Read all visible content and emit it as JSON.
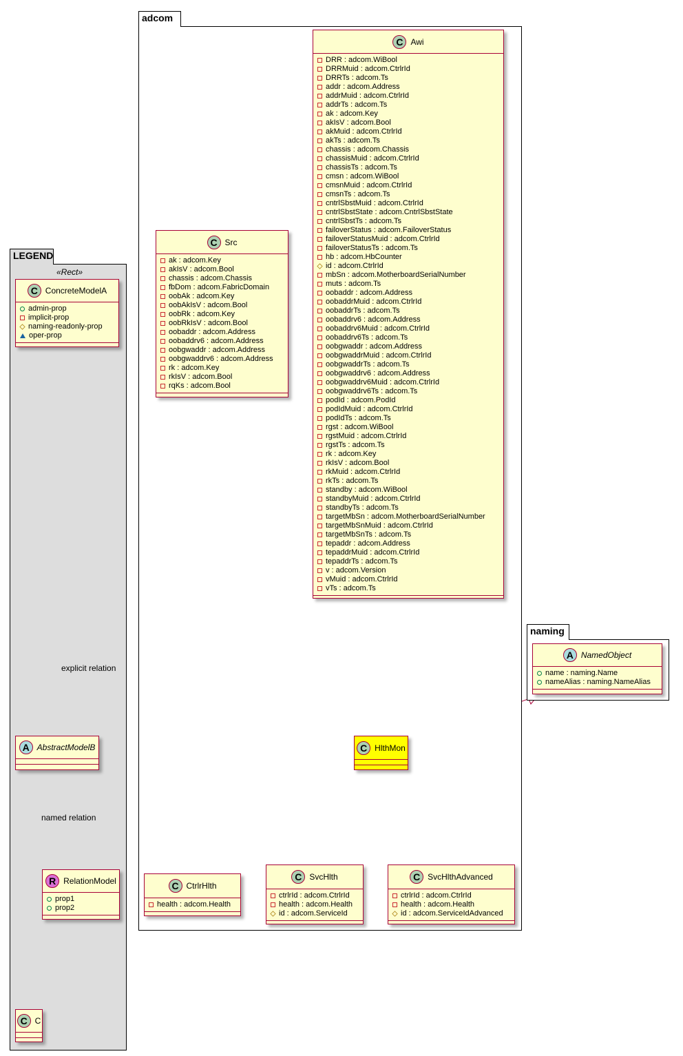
{
  "packages": [
    {
      "id": "adcom",
      "name": "adcom",
      "fill": "#FFFFFF"
    },
    {
      "id": "legend",
      "name": "LEGEND",
      "fill": "#DDDDDD",
      "stereotype": "«Rect»"
    },
    {
      "id": "naming",
      "name": "naming",
      "fill": "#FFFFFF"
    }
  ],
  "classes": [
    {
      "id": "Awi",
      "name": "Awi",
      "kind": "C",
      "attrs": [
        [
          "private",
          "DRR : adcom.WiBool"
        ],
        [
          "private",
          "DRRMuid : adcom.CtrlrId"
        ],
        [
          "private",
          "DRRTs : adcom.Ts"
        ],
        [
          "private",
          "addr : adcom.Address"
        ],
        [
          "private",
          "addrMuid : adcom.CtrlrId"
        ],
        [
          "private",
          "addrTs : adcom.Ts"
        ],
        [
          "private",
          "ak : adcom.Key"
        ],
        [
          "private",
          "akIsV : adcom.Bool"
        ],
        [
          "private",
          "akMuid : adcom.CtrlrId"
        ],
        [
          "private",
          "akTs : adcom.Ts"
        ],
        [
          "private",
          "chassis : adcom.Chassis"
        ],
        [
          "private",
          "chassisMuid : adcom.CtrlrId"
        ],
        [
          "private",
          "chassisTs : adcom.Ts"
        ],
        [
          "private",
          "cmsn : adcom.WiBool"
        ],
        [
          "private",
          "cmsnMuid : adcom.CtrlrId"
        ],
        [
          "private",
          "cmsnTs : adcom.Ts"
        ],
        [
          "private",
          "cntrlSbstMuid : adcom.CtrlrId"
        ],
        [
          "private",
          "cntrlSbstState : adcom.CntrlSbstState"
        ],
        [
          "private",
          "cntrlSbstTs : adcom.Ts"
        ],
        [
          "private",
          "failoverStatus : adcom.FailoverStatus"
        ],
        [
          "private",
          "failoverStatusMuid : adcom.CtrlrId"
        ],
        [
          "private",
          "failoverStatusTs : adcom.Ts"
        ],
        [
          "private",
          "hb : adcom.HbCounter"
        ],
        [
          "protected",
          "id : adcom.CtrlrId"
        ],
        [
          "private",
          "mbSn : adcom.MotherboardSerialNumber"
        ],
        [
          "private",
          "muts : adcom.Ts"
        ],
        [
          "private",
          "oobaddr : adcom.Address"
        ],
        [
          "private",
          "oobaddrMuid : adcom.CtrlrId"
        ],
        [
          "private",
          "oobaddrTs : adcom.Ts"
        ],
        [
          "private",
          "oobaddrv6 : adcom.Address"
        ],
        [
          "private",
          "oobaddrv6Muid : adcom.CtrlrId"
        ],
        [
          "private",
          "oobaddrv6Ts : adcom.Ts"
        ],
        [
          "private",
          "oobgwaddr : adcom.Address"
        ],
        [
          "private",
          "oobgwaddrMuid : adcom.CtrlrId"
        ],
        [
          "private",
          "oobgwaddrTs : adcom.Ts"
        ],
        [
          "private",
          "oobgwaddrv6 : adcom.Address"
        ],
        [
          "private",
          "oobgwaddrv6Muid : adcom.CtrlrId"
        ],
        [
          "private",
          "oobgwaddrv6Ts : adcom.Ts"
        ],
        [
          "private",
          "podId : adcom.PodId"
        ],
        [
          "private",
          "podIdMuid : adcom.CtrlrId"
        ],
        [
          "private",
          "podIdTs : adcom.Ts"
        ],
        [
          "private",
          "rgst : adcom.WiBool"
        ],
        [
          "private",
          "rgstMuid : adcom.CtrlrId"
        ],
        [
          "private",
          "rgstTs : adcom.Ts"
        ],
        [
          "private",
          "rk : adcom.Key"
        ],
        [
          "private",
          "rkIsV : adcom.Bool"
        ],
        [
          "private",
          "rkMuid : adcom.CtrlrId"
        ],
        [
          "private",
          "rkTs : adcom.Ts"
        ],
        [
          "private",
          "standby : adcom.WiBool"
        ],
        [
          "private",
          "standbyMuid : adcom.CtrlrId"
        ],
        [
          "private",
          "standbyTs : adcom.Ts"
        ],
        [
          "private",
          "targetMbSn : adcom.MotherboardSerialNumber"
        ],
        [
          "private",
          "targetMbSnMuid : adcom.CtrlrId"
        ],
        [
          "private",
          "targetMbSnTs : adcom.Ts"
        ],
        [
          "private",
          "tepaddr : adcom.Address"
        ],
        [
          "private",
          "tepaddrMuid : adcom.CtrlrId"
        ],
        [
          "private",
          "tepaddrTs : adcom.Ts"
        ],
        [
          "private",
          "v : adcom.Version"
        ],
        [
          "private",
          "vMuid : adcom.CtrlrId"
        ],
        [
          "private",
          "vTs : adcom.Ts"
        ]
      ]
    },
    {
      "id": "Src",
      "name": "Src",
      "kind": "C",
      "attrs": [
        [
          "private",
          "ak : adcom.Key"
        ],
        [
          "private",
          "akIsV : adcom.Bool"
        ],
        [
          "private",
          "chassis : adcom.Chassis"
        ],
        [
          "private",
          "fbDom : adcom.FabricDomain"
        ],
        [
          "private",
          "oobAk : adcom.Key"
        ],
        [
          "private",
          "oobAkIsV : adcom.Bool"
        ],
        [
          "private",
          "oobRk : adcom.Key"
        ],
        [
          "private",
          "oobRkIsV : adcom.Bool"
        ],
        [
          "private",
          "oobaddr : adcom.Address"
        ],
        [
          "private",
          "oobaddrv6 : adcom.Address"
        ],
        [
          "private",
          "oobgwaddr : adcom.Address"
        ],
        [
          "private",
          "oobgwaddrv6 : adcom.Address"
        ],
        [
          "private",
          "rk : adcom.Key"
        ],
        [
          "private",
          "rkIsV : adcom.Bool"
        ],
        [
          "private",
          "rqKs : adcom.Bool"
        ]
      ]
    },
    {
      "id": "HlthMon",
      "name": "HlthMon",
      "kind": "C",
      "fill": "#FFFF00",
      "attrs": []
    },
    {
      "id": "CtrlrHlth",
      "name": "CtrlrHlth",
      "kind": "C",
      "attrs": [
        [
          "private",
          "health : adcom.Health"
        ]
      ]
    },
    {
      "id": "SvcHlth",
      "name": "SvcHlth",
      "kind": "C",
      "attrs": [
        [
          "private",
          "ctrlrId : adcom.CtrlrId"
        ],
        [
          "private",
          "health : adcom.Health"
        ],
        [
          "protected",
          "id : adcom.ServiceId"
        ]
      ]
    },
    {
      "id": "SvcHlthAdvanced",
      "name": "SvcHlthAdvanced",
      "kind": "C",
      "attrs": [
        [
          "private",
          "ctrlrId : adcom.CtrlrId"
        ],
        [
          "private",
          "health : adcom.Health"
        ],
        [
          "protected",
          "id : adcom.ServiceIdAdvanced"
        ]
      ]
    },
    {
      "id": "NamedObject",
      "name": "NamedObject",
      "kind": "A",
      "attrs": [
        [
          "public",
          "name : naming.Name"
        ],
        [
          "public",
          "nameAlias : naming.NameAlias"
        ]
      ]
    },
    {
      "id": "ConcreteModelA",
      "name": "ConcreteModelA",
      "kind": "C",
      "attrs": [
        [
          "public",
          "admin-prop"
        ],
        [
          "private",
          "implicit-prop"
        ],
        [
          "protected",
          "naming-readonly-prop"
        ],
        [
          "package",
          "oper-prop"
        ]
      ]
    },
    {
      "id": "AbstractModelB",
      "name": "AbstractModelB",
      "kind": "A",
      "attrs": []
    },
    {
      "id": "RelationModel",
      "name": "RelationModel",
      "kind": "R",
      "attrs": [
        [
          "public",
          "prop1"
        ],
        [
          "public",
          "prop2"
        ]
      ]
    },
    {
      "id": "C",
      "name": "C",
      "kind": "C",
      "attrs": []
    }
  ],
  "relation_labels": {
    "explicit": "explicit relation",
    "named": "named relation"
  },
  "colors": {
    "border": "#A80036",
    "class_fill": "#FEFECE",
    "circle_C": "#ADD1B2",
    "circle_A": "#A9DCDF",
    "circle_R": "#DA70D6"
  }
}
